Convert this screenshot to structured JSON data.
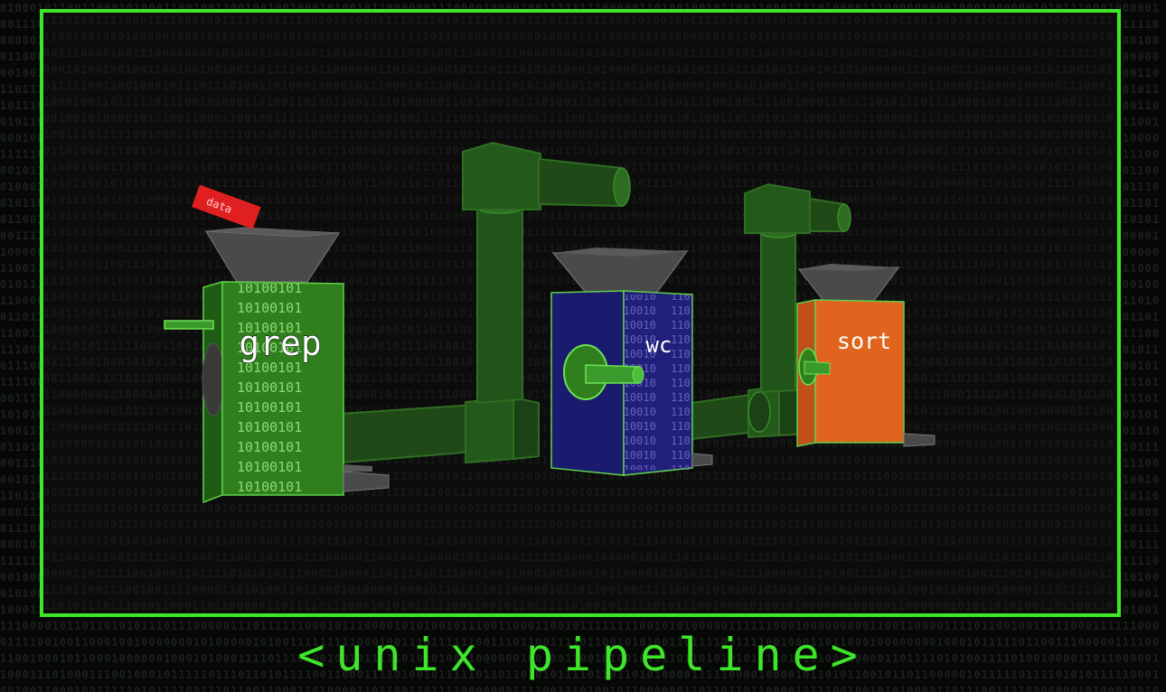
{
  "caption": "<unix pipeline>",
  "machines": {
    "grep": {
      "label": "grep"
    },
    "wc": {
      "label": "wc"
    },
    "sort": {
      "label": "sort"
    }
  },
  "input_tag": {
    "label": "data"
  },
  "colors": {
    "frame": "#3ee62a",
    "grep_body": "#2f7f1c",
    "wc_body": "#1a1a6e",
    "sort_body": "#e0641e",
    "pipe": "#1f4a17",
    "hopper": "#4a4a4a",
    "tag": "#e02020"
  }
}
